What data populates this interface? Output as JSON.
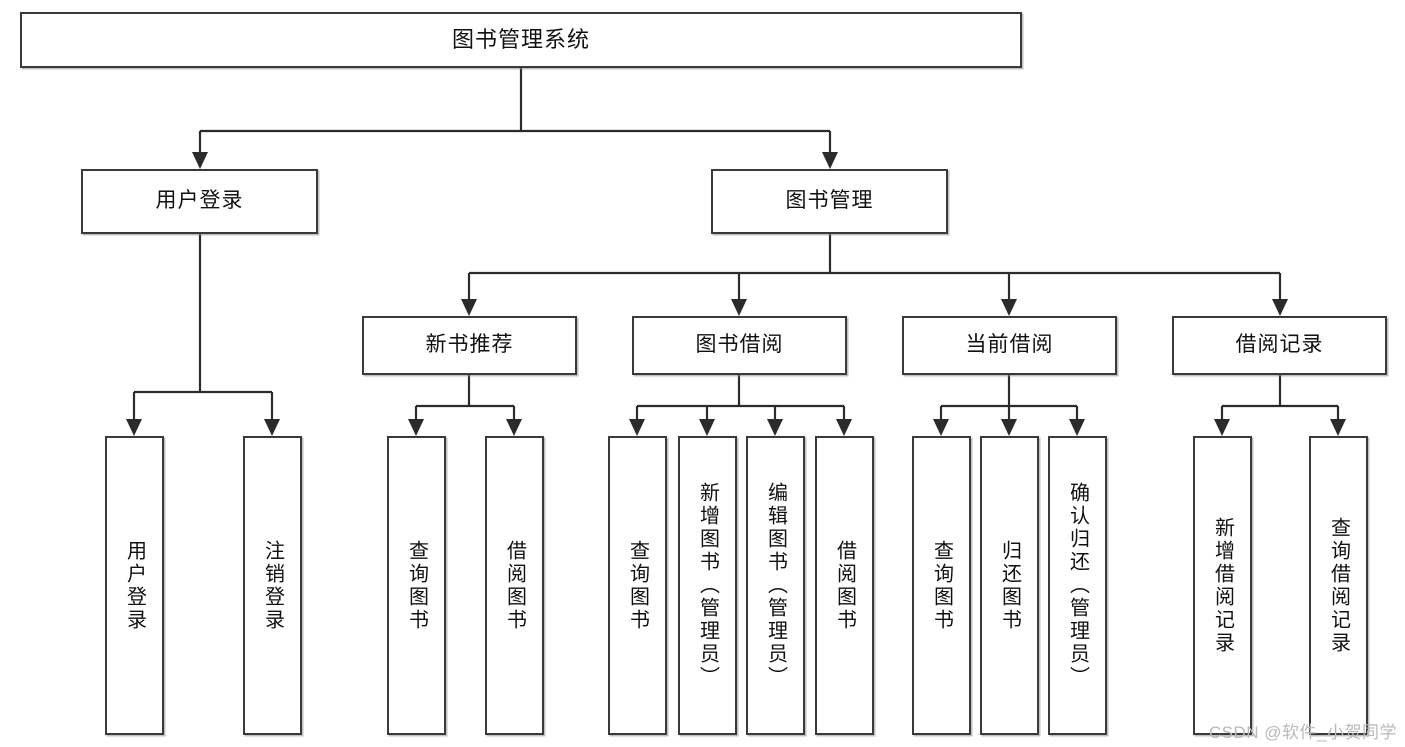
{
  "diagram": {
    "title": "图书管理系统",
    "type": "hierarchy-tree",
    "colors": {
      "box_border": "#3a3a3a",
      "box_fill": "#ffffff",
      "connector": "#2b2b2b",
      "text": "#111111",
      "watermark": "#b9b9b9"
    }
  },
  "root": {
    "label": "图书管理系统"
  },
  "level2": [
    {
      "label": "用户登录"
    },
    {
      "label": "图书管理"
    }
  ],
  "level3": [
    {
      "label": "新书推荐"
    },
    {
      "label": "图书借阅"
    },
    {
      "label": "当前借阅"
    },
    {
      "label": "借阅记录"
    }
  ],
  "leaves": {
    "user_login": [
      {
        "label": "用户登录"
      },
      {
        "label": "注销登录"
      }
    ],
    "new_book_recommend": [
      {
        "label": "查询图书"
      },
      {
        "label": "借阅图书"
      }
    ],
    "book_borrow": [
      {
        "label": "查询图书"
      },
      {
        "label": "新增图书（管理员）"
      },
      {
        "label": "编辑图书（管理员）"
      },
      {
        "label": "借阅图书"
      }
    ],
    "current_borrow": [
      {
        "label": "查询图书"
      },
      {
        "label": "归还图书"
      },
      {
        "label": "确认归还（管理员）"
      }
    ],
    "borrow_record": [
      {
        "label": "新增借阅记录"
      },
      {
        "label": "查询借阅记录"
      }
    ]
  },
  "watermark": {
    "text": "CSDN @软件_小贺同学"
  }
}
